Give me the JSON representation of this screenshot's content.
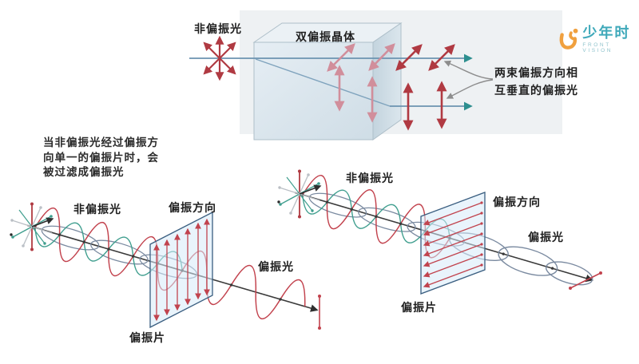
{
  "logo": {
    "name": "少年时",
    "subtitle": "FRONT VISION",
    "icon": "smile-figure-icon",
    "name_color": "#3fa9ba",
    "icon_color": "#f0a03e"
  },
  "top_diagram": {
    "unpolarized_label": "非偏振光",
    "crystal_label": "双偏振晶体",
    "note_line1": "两束偏振方向相",
    "note_line2": "互垂直的偏振光"
  },
  "caption": {
    "line1": "当非偏振光经过偏振方",
    "line2": "向单一的偏振片时，会",
    "line3": "被过滤成偏振光"
  },
  "left_diagram": {
    "unpolarized_label": "非偏振光",
    "direction_label": "偏振方向",
    "polarized_label": "偏振光",
    "polarizer_label": "偏振片"
  },
  "right_diagram": {
    "unpolarized_label": "非偏振光",
    "direction_label": "偏振方向",
    "polarized_label": "偏振光",
    "polarizer_label": "偏振片"
  },
  "colors": {
    "wave_red": "#c2424d",
    "wave_teal": "#3f9e8e",
    "wave_slate": "#7a8aa0",
    "axis": "#3a3a3a",
    "panel_fill": "#d7ebf9",
    "panel_border": "#3a5e80",
    "beam_blue": "#6b93b0",
    "beam_arrow_teal": "#2d8f8f",
    "arrow_red": "#b03a42",
    "arrow_pink": "#d18e9b",
    "crystal_fill": "#dde8ef"
  }
}
